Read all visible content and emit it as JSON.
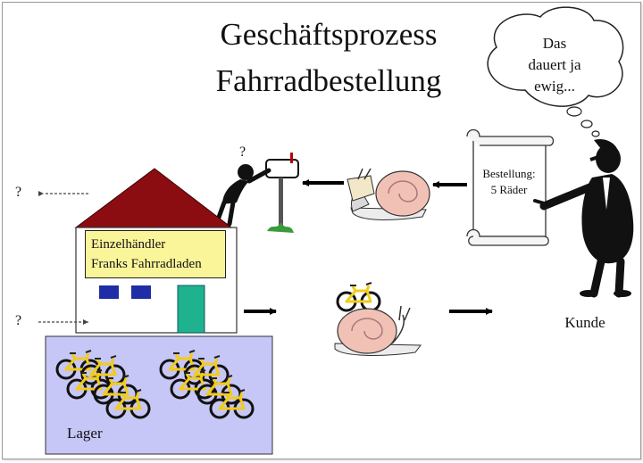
{
  "title": {
    "line1": "Geschäftsprozess",
    "line2": "Fahrradbestellung"
  },
  "thought_bubble": {
    "line1": "Das",
    "line2": "dauert ja",
    "line3": "ewig..."
  },
  "order_scroll": {
    "line1": "Bestellung:",
    "line2": "5 Räder"
  },
  "retailer_sign": {
    "line1": "Einzelhändler",
    "line2": "Franks Fahrradladen"
  },
  "warehouse_label": "Lager",
  "customer_label": "Kunde",
  "question_marks": {
    "upper": "?",
    "lower": "?"
  },
  "icons": {
    "customer": "man-pointing-icon",
    "snail_with_letter": "snail-carrying-letter-icon",
    "snail_with_bike": "snail-carrying-bike-icon",
    "mailbox": "mailbox-icon",
    "puzzled_person": "person-checking-mailbox-icon",
    "bicycle": "yellow-bicycle-icon"
  },
  "colors": {
    "roof": "#8b0d12",
    "warehouse": "#c6c6f7",
    "door": "#1fb28e",
    "window": "#1f2ea6",
    "sign": "#fbf59a",
    "bike": "#f2cc17"
  }
}
